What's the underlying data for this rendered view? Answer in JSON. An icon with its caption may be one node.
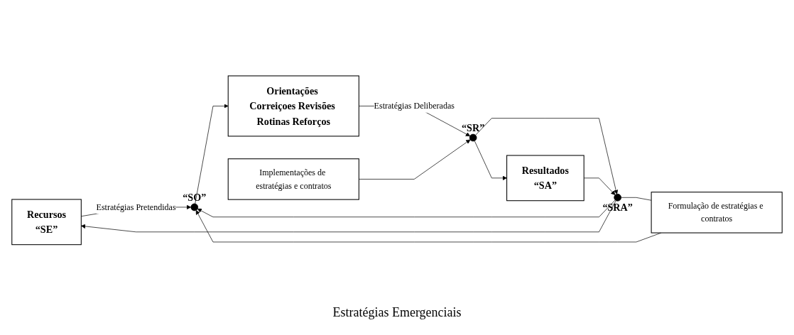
{
  "diagram": {
    "nodes": [
      {
        "text": [
          "Recursos",
          "“SE”"
        ]
      },
      {
        "text": [],
        "shape": "circle",
        "beside": [
          "“SO”"
        ]
      },
      {
        "text": [
          "Orientações Correiçoes Revisões Rotinas Reforços"
        ]
      },
      {
        "text": [],
        "shape": "circle",
        "beside": [
          "“SR”"
        ]
      },
      {
        "text": [
          "Resultados",
          "“SA”"
        ]
      },
      {
        "text": [
          "Formulação de estratégias e contratos"
        ]
      },
      {
        "text": [
          "Implementações de estratégias e contratos"
        ]
      },
      {
        "text": [],
        "shape": "circle",
        "beside": [
          "“SRA”"
        ]
      }
    ],
    "edges": [
      {
        "from": 0,
        "to": 1,
        "arrow": "to",
        "label": "Estratégias Pretendidas"
      },
      {
        "from": 1,
        "to": 2,
        "arrow": "to"
      },
      {
        "from": 2,
        "to": 3,
        "arrow": "to",
        "label": "Estratégias Deliberadas"
      },
      {
        "from": 3,
        "to": 4,
        "arrow": "to"
      },
      {
        "from": 6,
        "to": 3,
        "arrow": "to"
      },
      {
        "from": 3,
        "to": 7,
        "arrow": "to"
      },
      {
        "from": 4,
        "to": 7,
        "arrow": "to"
      },
      {
        "from": 7,
        "to": 1,
        "arrow": "to"
      },
      {
        "from": 7,
        "to": 0,
        "arrow": "to"
      },
      {
        "from": 7,
        "to": 5,
        "arrow": "none"
      },
      {
        "from": 5,
        "to": 1,
        "arrow": "to"
      }
    ],
    "labels": [
      "Estratégias Emergenciais"
    ]
  }
}
